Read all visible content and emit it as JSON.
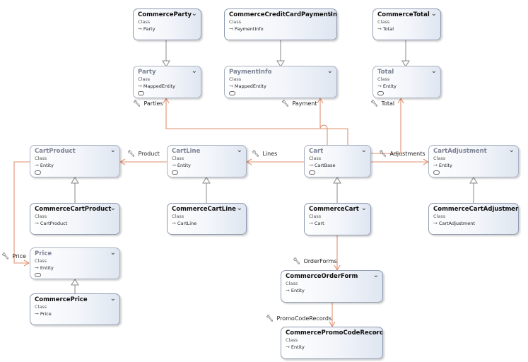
{
  "classes": {
    "commerce_party": {
      "name": "CommerceParty",
      "kind": "Class",
      "base": "Party"
    },
    "commerce_cc_payment": {
      "name": "CommerceCreditCardPaymentInfo",
      "kind": "Class",
      "base": "PaymentInfo"
    },
    "commerce_total": {
      "name": "CommerceTotal",
      "kind": "Class",
      "base": "Total"
    },
    "party": {
      "name": "Party",
      "kind": "Class",
      "base": "MappedEntity"
    },
    "payment_info": {
      "name": "PaymentInfo",
      "kind": "Class",
      "base": "MappedEntity"
    },
    "total": {
      "name": "Total",
      "kind": "Class",
      "base": "Entity"
    },
    "cart_product": {
      "name": "CartProduct",
      "kind": "Class",
      "base": "Entity"
    },
    "cart_line": {
      "name": "CartLine",
      "kind": "Class",
      "base": "Entity"
    },
    "cart": {
      "name": "Cart",
      "kind": "Class",
      "base": "CartBase"
    },
    "cart_adjustment": {
      "name": "CartAdjustment",
      "kind": "Class",
      "base": "Entity"
    },
    "commerce_cart_product": {
      "name": "CommerceCartProduct",
      "kind": "Class",
      "base": "CartProduct"
    },
    "commerce_cart_line": {
      "name": "CommerceCartLine",
      "kind": "Class",
      "base": "CartLine"
    },
    "commerce_cart": {
      "name": "CommerceCart",
      "kind": "Class",
      "base": "Cart"
    },
    "commerce_cart_adjustment": {
      "name": "CommerceCartAdjustment",
      "kind": "Class",
      "base": "CartAdjustment"
    },
    "price": {
      "name": "Price",
      "kind": "Class",
      "base": "Entity"
    },
    "commerce_price": {
      "name": "CommercePrice",
      "kind": "Class",
      "base": "Price"
    },
    "commerce_order_form": {
      "name": "CommerceOrderForm",
      "kind": "Class",
      "base": "Entity"
    },
    "commerce_promo_code_record": {
      "name": "CommercePromoCodeRecord",
      "kind": "Class",
      "base": "Entity"
    }
  },
  "associations": {
    "parties": "Parties",
    "payment": "Payment",
    "total": "Total",
    "product": "Product",
    "lines": "Lines",
    "adjustments": "Adjustments",
    "price": "Price",
    "order_forms": "OrderForms",
    "promo_code_records": "PromoCodeRecords"
  },
  "icons": {
    "collapse": "chevron-double-down-icon",
    "inherit": "inheritance-arrow-icon",
    "association": "wrench-icon"
  },
  "colors": {
    "association_line": "#e0906f",
    "inheritance_line": "#8a8a8a",
    "box_border": "#8f9bb0"
  }
}
